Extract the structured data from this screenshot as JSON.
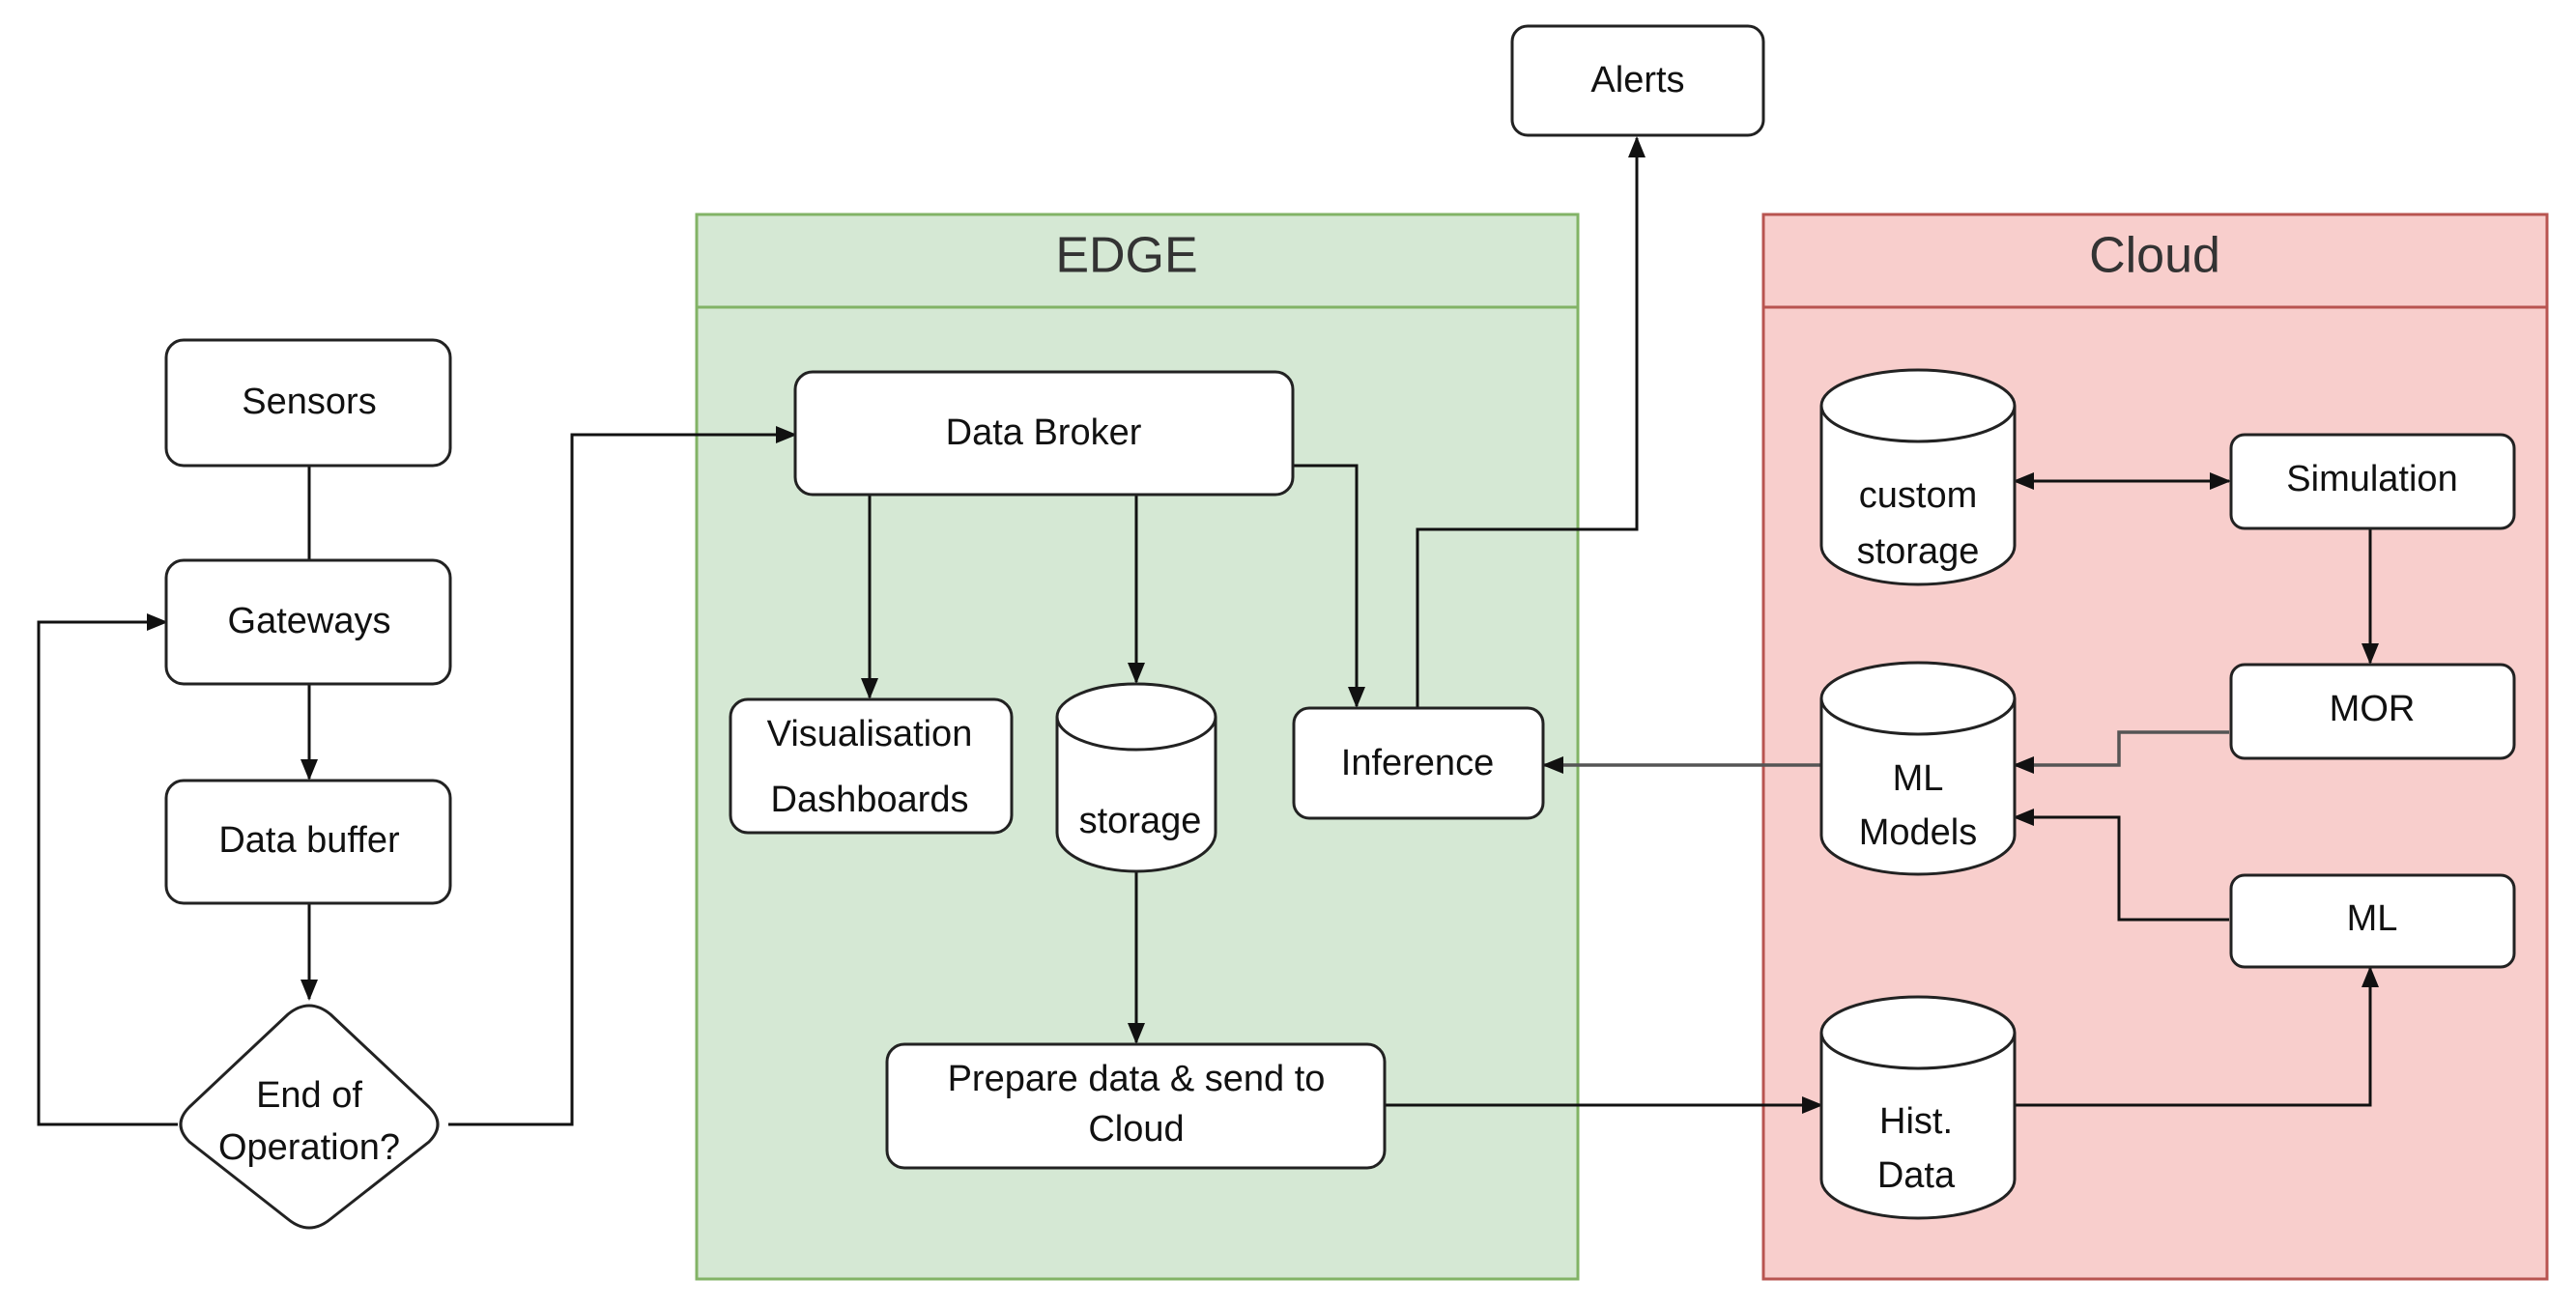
{
  "containers": {
    "edge": {
      "title": "EDGE",
      "fill": "#d5e8d4",
      "stroke": "#82b366"
    },
    "cloud": {
      "title": "Cloud",
      "fill": "#f8cecc",
      "stroke": "#b85450"
    }
  },
  "nodes": {
    "alerts": "Alerts",
    "sensors": "Sensors",
    "gateways": "Gateways",
    "data_buffer": "Data buffer",
    "end_of_operation": [
      "End of",
      "Operation?"
    ],
    "data_broker": "Data Broker",
    "visualisation": [
      "Visualisation",
      "Dashboards"
    ],
    "storage": "storage",
    "inference": "Inference",
    "prepare": [
      "Prepare data & send to",
      "Cloud"
    ],
    "custom_storage": [
      "custom",
      "storage"
    ],
    "simulation": "Simulation",
    "mor": "MOR",
    "ml_models": [
      "ML",
      "Models"
    ],
    "ml": "ML",
    "hist_data": [
      "Hist.",
      "Data"
    ]
  }
}
